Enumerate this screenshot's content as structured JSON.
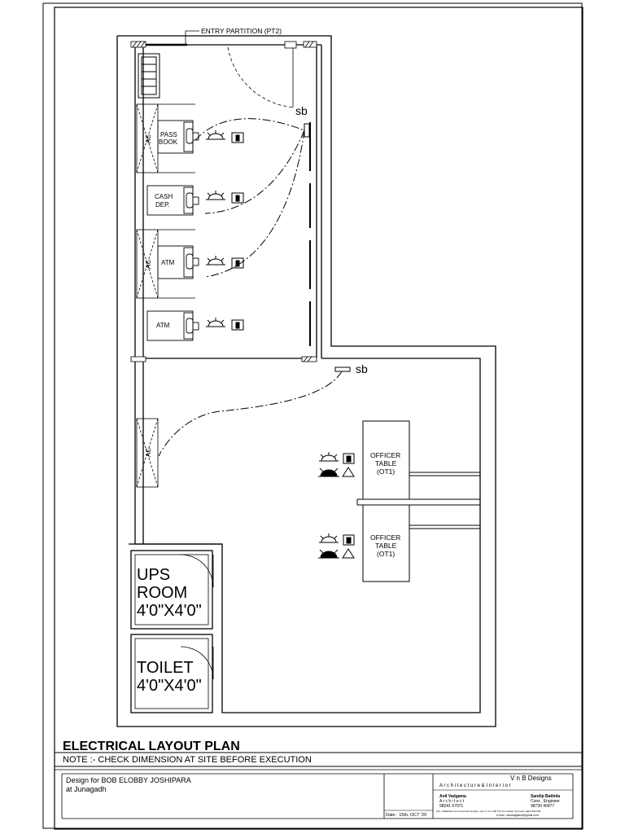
{
  "plan": {
    "entry_label": "ENTRY PARTITION (PT2)",
    "sb_label": "sb",
    "rooms": {
      "ac": "AC",
      "passbook_line1": "PASS",
      "passbook_line2": "BOOK",
      "cash_line1": "CASH",
      "cash_line2": "DEP.",
      "atm": "ATM",
      "officer_line1": "OFFICER",
      "officer_line2": "TABLE",
      "officer_line3": "(OT1)",
      "ups_line1": "UPS",
      "ups_line2": "ROOM",
      "ups_line3": "4'0\"X4'0\"",
      "toilet_line1": "TOILET",
      "toilet_line2": "4'0\"X4'0\""
    }
  },
  "title_block": {
    "title": "ELECTRICAL LAYOUT PLAN",
    "note": "NOTE :- CHECK DIMENSION AT SITE BEFORE EXECUTION",
    "design_for": "Design for BOB ELOBBY JOSHIPARA",
    "location": "at Junagadh",
    "date": "Date : 15th, OCT '20",
    "firm": "V n B Designs",
    "firm_sub": "A r c h i t e c t u r e   &   I n t e r i o r",
    "architect_name": "Anil Vadgama",
    "architect_role": "A r c h i t e c t",
    "architect_phone": "98241  67071",
    "engineer_name": "Sandip Bakhda",
    "engineer_role": "Cons . Engineer",
    "engineer_phone": "98730  40477",
    "address": "212, Vallabhanu 9 commercial complex, opp. b & b, hall T31 foot sardar ring road, rajkot 360 005",
    "email": "e-mail  :  anilvadgama@gmail.com"
  }
}
